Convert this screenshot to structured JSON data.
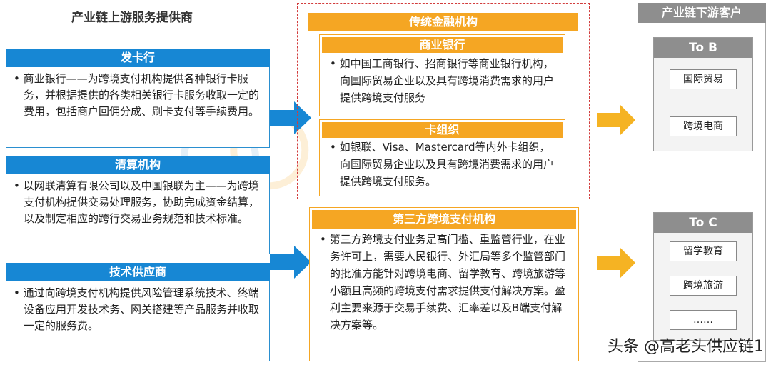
{
  "upstream": {
    "title": "产业链上游服务提供商",
    "card_issuer": {
      "title": "发卡行",
      "text": "• 商业银行——为跨境支付机构提供各种银行卡服务，并根据提供的各类相关银行卡服务收取一定的费用，包括商户回佣分成、刷卡支付等手续费用。"
    },
    "clearing": {
      "title": "清算机构",
      "text": "• 以网联清算有限公司以及中国银联为主——为跨境支付机构提供交易处理服务，协助完成资金结算，以及制定相应的跨行交易业务规范和技术标准。"
    },
    "tech": {
      "title": "技术供应商",
      "text": "• 通过向跨境支付机构提供风险管理系统技术、终端设备应用开发技术务、网关搭建等产品服务并收取一定的服务费。"
    }
  },
  "midstream": {
    "traditional": {
      "title": "传统金融机构",
      "commercial_bank": {
        "title": "商业银行",
        "text": "• 如中国工商银行、招商银行等商业银行机构，向国际贸易企业以及具有跨境消费需求的用户提供跨境支付服务"
      },
      "card_org": {
        "title": "卡组织",
        "text": "• 如银联、Visa、Mastercard等内外卡组织，向国际贸易企业以及具有跨境消费需求的用户提供跨境支付服务。"
      }
    },
    "third_party": {
      "title": "第三方跨境支付机构",
      "text": "• 第三方跨境支付业务是高门槛、重监管行业，在业务许可上，需要人民银行、外汇局等多个监管部门的批准方能针对跨境电商、留学教育、跨境旅游等小额且高频的跨境支付需求提供支付解决方案。盈利主要来源于交易手续费、汇率差以及B端支付解决方案等。"
    }
  },
  "downstream": {
    "title": "产业链下游客户",
    "to_b": {
      "title": "To B",
      "items": [
        "国际贸易",
        "跨境电商"
      ]
    },
    "to_c": {
      "title": "To C",
      "items": [
        "留学教育",
        "跨境旅游",
        "……"
      ]
    }
  },
  "credit": "头条 @高老头供应链1",
  "colors": {
    "blue": "#1787d4",
    "orange": "#f5a623",
    "gray": "#8e8e8e",
    "dashed_red": "#d23c3c"
  }
}
